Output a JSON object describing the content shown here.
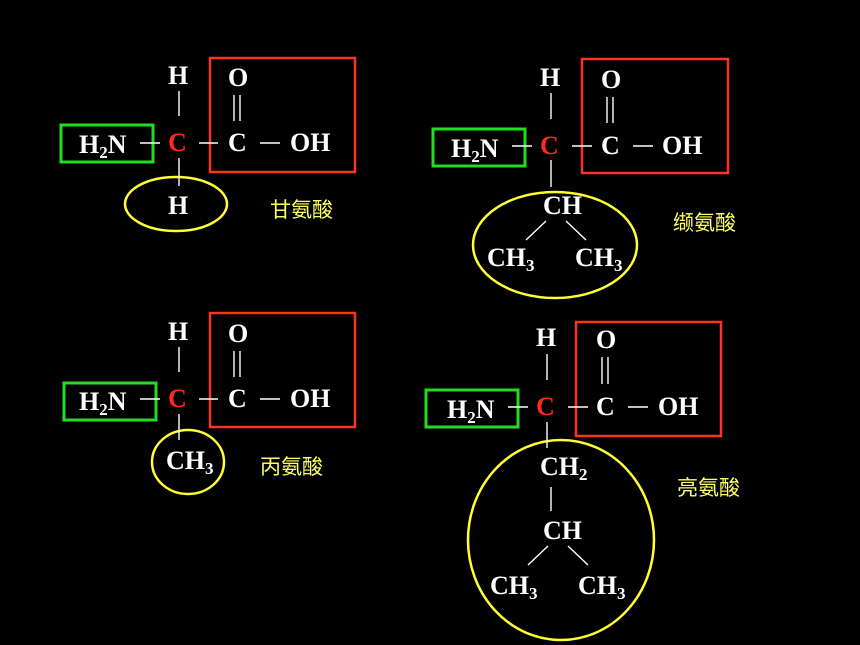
{
  "atoms": {
    "h": "H",
    "o": "O",
    "c": "C",
    "oh": "OH",
    "h2n_h": "H",
    "h2n_sub": "2",
    "h2n_n": "N",
    "ch": "CH",
    "ch3_base": "CH",
    "ch3_sub": "3",
    "ch2_base": "CH",
    "ch2_sub": "2"
  },
  "molecules": [
    {
      "name": "甘氨酸"
    },
    {
      "name": "缬氨酸"
    },
    {
      "name": "丙氨酸"
    },
    {
      "name": "亮氨酸"
    }
  ],
  "colors": {
    "background": "#000000",
    "amino_group_box": "#22dd22",
    "carboxyl_group_box": "#ff3322",
    "r_group_ring": "#ffff33",
    "central_carbon": "#ff2a1a",
    "label_text": "#ffff66"
  }
}
